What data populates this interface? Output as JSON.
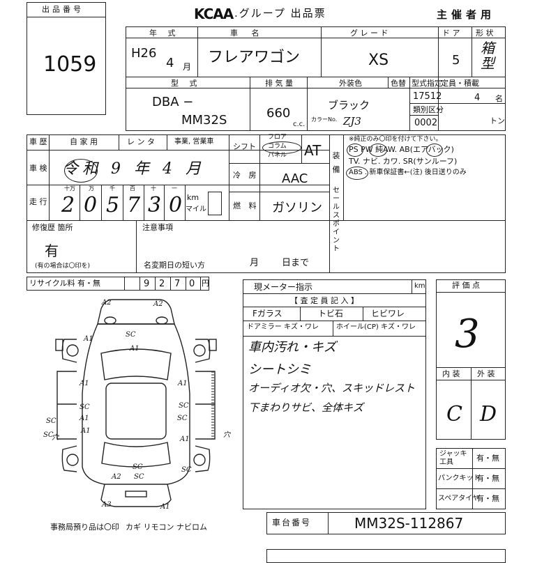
{
  "lot": {
    "label": "出品番号",
    "number": "1059"
  },
  "header": {
    "logo": "KCAA",
    "title": ".グループ 出品票",
    "usage": "主催者用"
  },
  "row1": {
    "year_label": "年 式",
    "year_era": "H26",
    "month_val": "4",
    "month_unit": "月",
    "name_label": "車 名",
    "car_name": "フレアワゴン",
    "grade_label": "グ レ ー ド",
    "grade": "XS",
    "doors_label": "ド ア",
    "doors": "5",
    "shape_label": "形 状",
    "shape": "箱型"
  },
  "row2": {
    "model_label": "型 式",
    "model_line1": "DBA −",
    "model_line2": "MM32S",
    "disp_label": "排 気 量",
    "displacement": "660",
    "cc": "c.c.",
    "color_label": "外装色",
    "color_no_label": "色替",
    "color": "ブラック",
    "color_code_label": "カラーNo.",
    "color_code": "ZJ3",
    "spec_label": "型式指定",
    "spec": "17512",
    "class_label": "類別区分",
    "class_no": "0002",
    "cap_label": "定員・積載",
    "capacity": "4",
    "cap_unit": "名",
    "load_unit": "トン"
  },
  "history": {
    "label": "車 歴",
    "own": "自 家 用",
    "rental": "レ ン タ",
    "business": "事業, 営業車"
  },
  "inspection": {
    "label": "車 検",
    "value": "令和 9 年 4 月"
  },
  "mileage": {
    "label": "走 行",
    "units": [
      "十万",
      "万",
      "千",
      "百",
      "十",
      "一"
    ],
    "digits": [
      "2",
      "0",
      "5",
      "7",
      "3",
      "0"
    ],
    "unit_km": "km",
    "unit_mile": "マイル"
  },
  "shift": {
    "label": "シフト",
    "floor": "フロア",
    "column": "コラム",
    "panel": "パネル",
    "value": "AT"
  },
  "aircon": {
    "label": "冷 房",
    "value": "AAC"
  },
  "fuel": {
    "label": "燃 料",
    "value": "ガソリン"
  },
  "equipment": {
    "label": "装 備",
    "note": "※純正のみ〇印を付けて下さい。",
    "line1": "PS PW 純AW. AB(エアバック)",
    "line2": "TV. ナビ. カワ. SR(サンルーフ)",
    "line3": "ABS . 新車保証書←(注) 後日送りのみ"
  },
  "sales_point": {
    "label": "セールスポイント"
  },
  "repair": {
    "label": "修復歴 箇所",
    "value": "有",
    "note": "(有の場合は〇印を)"
  },
  "notes": {
    "label": "注意事項",
    "name_change": "名変期日の短い方",
    "month": "月",
    "day": "日まで"
  },
  "recycle": {
    "label": "リサイクル料 有・無",
    "digits": [
      "9",
      "2",
      "7",
      "0"
    ],
    "unit": "円"
  },
  "meter": {
    "label": "現メーター指示",
    "unit": "km"
  },
  "inspector": {
    "label": "【 査 定 員 記 入 】",
    "f_glass": "Fガラス",
    "scratch": "トビ石",
    "crack": "ヒビワレ",
    "mirror": "ドアミラー キズ・ワレ",
    "wheel": "ホイール(CP) キズ・ワレ",
    "comments": [
      "車内汚れ・キズ",
      "シートシミ",
      "オーディオ欠・穴、スキッドレスト",
      "下まわりサビ、全体キズ"
    ]
  },
  "score": {
    "label": "評 価 点",
    "value": "3"
  },
  "interior": {
    "label": "内 装",
    "value": "C"
  },
  "exterior": {
    "label": "外 装",
    "value": "D"
  },
  "accessories": [
    {
      "label": "ジャッキ工具",
      "value": "有・無"
    },
    {
      "label": "パンクキット",
      "value": "有・無"
    },
    {
      "label": "スペアタイヤ",
      "value": "有・無"
    }
  ],
  "office": {
    "label": "事務局預り品は〇印",
    "items": "カギ リモコン ナビロム"
  },
  "chassis": {
    "label": "車台番号",
    "value": "MM32S-112867"
  },
  "diagram": {
    "marks": [
      "A2",
      "A2",
      "A1",
      "SC",
      "A1",
      "A1",
      "A1",
      "SC",
      "SC",
      "SC",
      "A1",
      "SC",
      "A1",
      "穴",
      "SC",
      "A1",
      "A2",
      "SC",
      "SC",
      "A3",
      "A1",
      "SC",
      "穴"
    ]
  }
}
